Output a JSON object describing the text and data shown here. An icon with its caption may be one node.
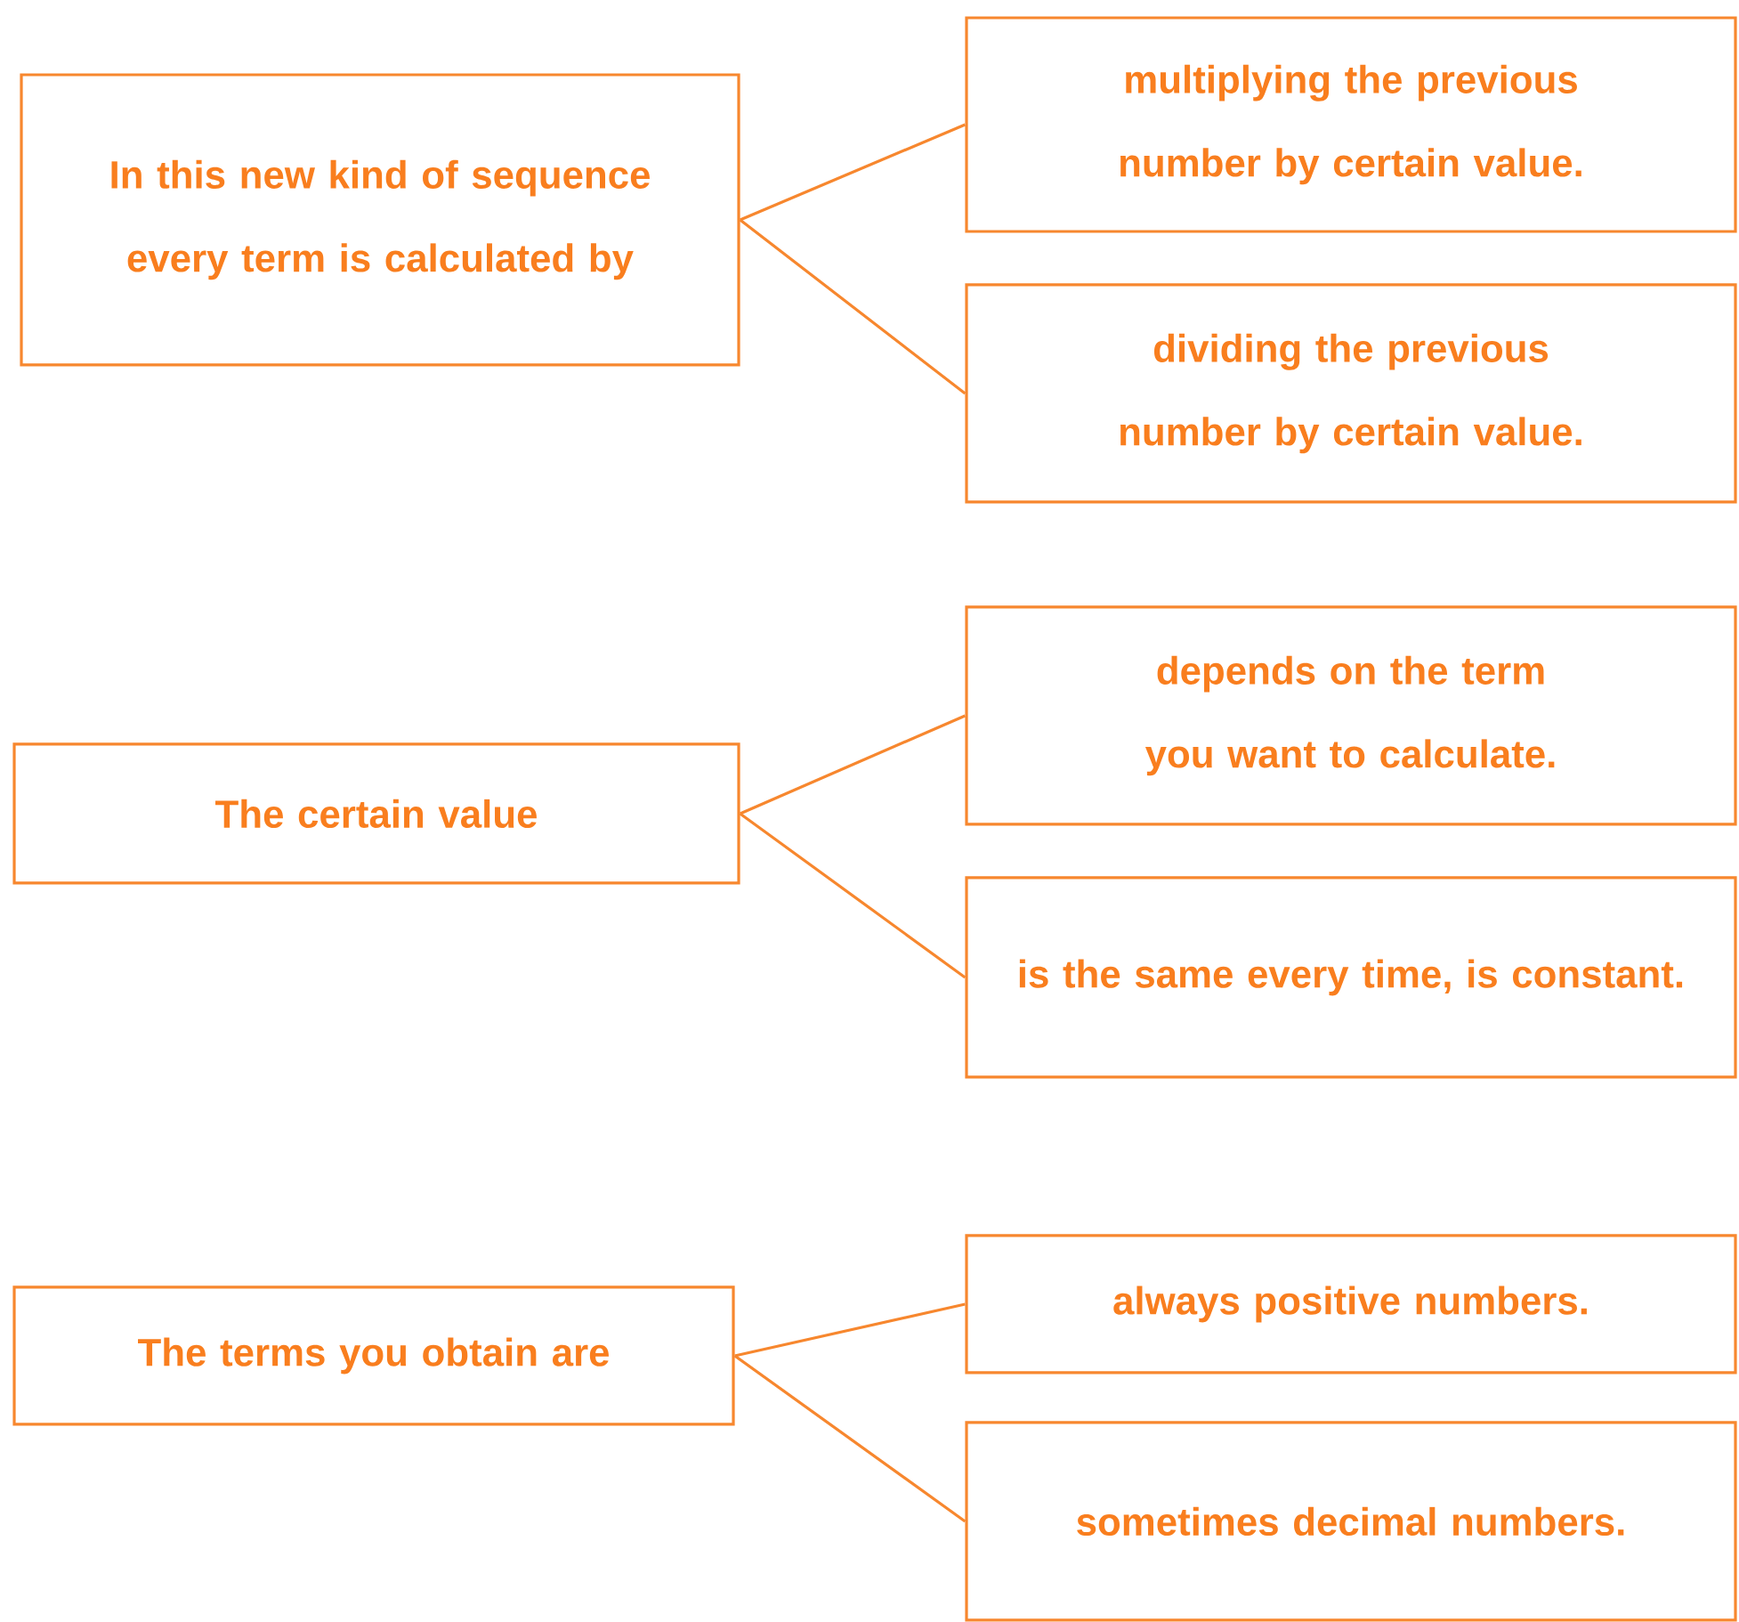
{
  "diagram": {
    "nodes": [
      {
        "text": [
          "In this new kind of sequence every term is calculated by"
        ]
      },
      {
        "text": [
          "multiplying the previous number by certain value."
        ]
      },
      {
        "text": [
          "dividing the previous number by certain value."
        ]
      },
      {
        "text": [
          "The certain value"
        ]
      },
      {
        "text": [
          "depends on the term you want to calculate."
        ]
      },
      {
        "text": [
          "is the same every time, is constant."
        ]
      },
      {
        "text": [
          "The terms you obtain are"
        ]
      },
      {
        "text": [
          "always positive numbers."
        ]
      },
      {
        "text": [
          "sometimes decimal numbers."
        ]
      }
    ],
    "edges": [
      {
        "from": 0,
        "to": 1,
        "arrow": "none"
      },
      {
        "from": 0,
        "to": 2,
        "arrow": "none"
      },
      {
        "from": 3,
        "to": 4,
        "arrow": "none"
      },
      {
        "from": 3,
        "to": 5,
        "arrow": "none"
      },
      {
        "from": 6,
        "to": 7,
        "arrow": "none"
      },
      {
        "from": 6,
        "to": 8,
        "arrow": "none"
      }
    ]
  }
}
